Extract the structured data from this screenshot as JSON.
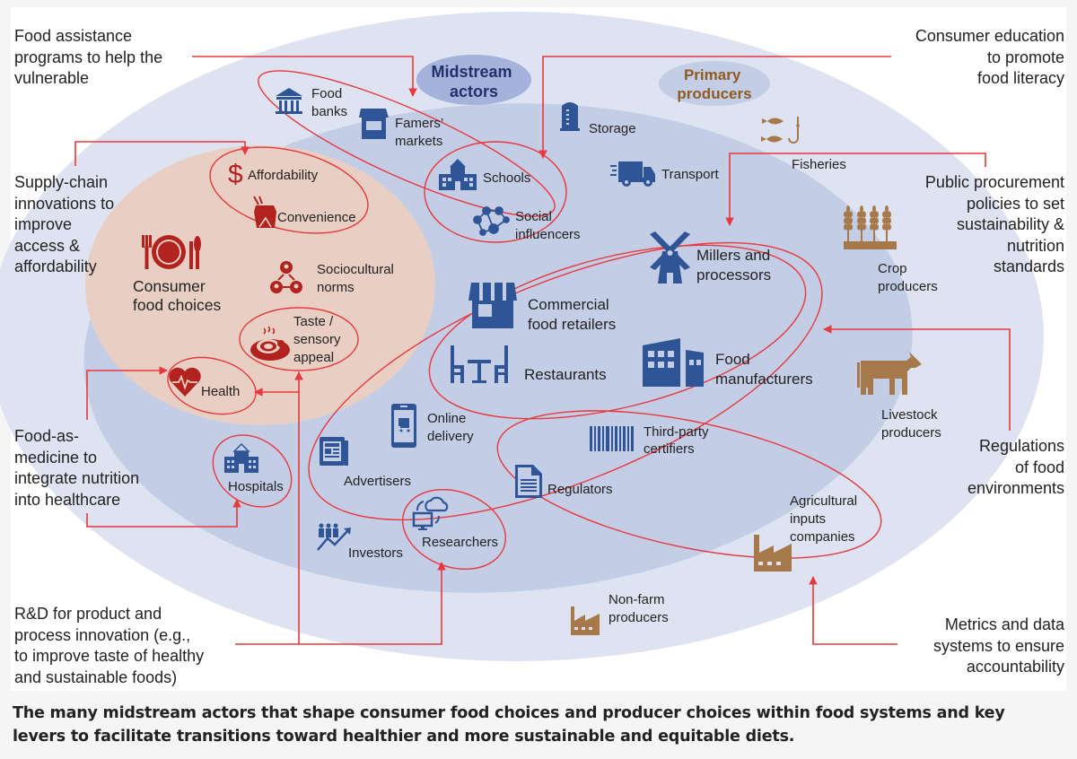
{
  "colors": {
    "page_bg": "#f5f5f5",
    "panel_bg": "#ffffff",
    "outer_ellipse": "#dde3f1",
    "midstream_ellipse": "#c3cde6",
    "consumer_ellipse": "#e9cfc3",
    "label_bubble_midstream": "#a4b2dc",
    "label_bubble_primary": "#c3cde6",
    "lever_line": "#e8383d",
    "midstream_icon": "#2f5597",
    "consumer_icon": "#b2231f",
    "producer_icon": "#a6784a",
    "midstream_title": "#1f3166",
    "primary_title": "#8e5a22"
  },
  "zones": {
    "midstream": "Midstream\nactors",
    "primary": "Primary\nproducers",
    "consumer": "Consumer\nfood choices"
  },
  "consumer_factors": [
    {
      "id": "affordability",
      "label": "Affordability",
      "icon": "dollar-icon"
    },
    {
      "id": "convenience",
      "label": "Convenience",
      "icon": "takeout-box-icon"
    },
    {
      "id": "sociocultural",
      "label": "Sociocultural\nnorms",
      "icon": "social-network-icon"
    },
    {
      "id": "taste",
      "label": "Taste /\nsensory\nappeal",
      "icon": "hot-food-plate-icon"
    },
    {
      "id": "health",
      "label": "Health",
      "icon": "heartbeat-icon"
    }
  ],
  "midstream_actors": [
    {
      "id": "food-banks",
      "label": "Food\nbanks",
      "icon": "bank-building-icon"
    },
    {
      "id": "farmers-markets",
      "label": "Famers’\nmarkets",
      "icon": "market-stall-icon"
    },
    {
      "id": "schools",
      "label": "Schools",
      "icon": "school-icon"
    },
    {
      "id": "social-influencers",
      "label": "Social\ninfluencers",
      "icon": "network-people-icon"
    },
    {
      "id": "storage",
      "label": "Storage",
      "icon": "silo-icon"
    },
    {
      "id": "transport",
      "label": "Transport",
      "icon": "truck-icon"
    },
    {
      "id": "millers",
      "label": "Millers and\nprocessors",
      "icon": "windmill-icon"
    },
    {
      "id": "retailers",
      "label": "Commercial\nfood retailers",
      "icon": "storefront-icon"
    },
    {
      "id": "restaurants",
      "label": "Restaurants",
      "icon": "table-chairs-icon"
    },
    {
      "id": "manufacturers",
      "label": "Food\nmanufacturers",
      "icon": "factory-building-icon"
    },
    {
      "id": "online-delivery",
      "label": "Online\ndelivery",
      "icon": "phone-cart-icon"
    },
    {
      "id": "advertisers",
      "label": "Advertisers",
      "icon": "newspaper-icon"
    },
    {
      "id": "certifiers",
      "label": "Third-party\ncertifiers",
      "icon": "barcode-icon"
    },
    {
      "id": "regulators",
      "label": "Regulators",
      "icon": "document-icon"
    },
    {
      "id": "hospitals",
      "label": "Hospitals",
      "icon": "hospital-icon"
    },
    {
      "id": "researchers",
      "label": "Researchers",
      "icon": "cloud-computer-icon"
    },
    {
      "id": "investors",
      "label": "Investors",
      "icon": "investors-growth-icon"
    }
  ],
  "primary_producers": [
    {
      "id": "fisheries",
      "label": "Fisheries",
      "icon": "fish-hook-icon"
    },
    {
      "id": "crop",
      "label": "Crop\nproducers",
      "icon": "wheat-icon"
    },
    {
      "id": "livestock",
      "label": "Livestock\nproducers",
      "icon": "cow-icon"
    },
    {
      "id": "ag-inputs",
      "label": "Agricultural\ninputs\ncompanies",
      "icon": "factory-icon"
    },
    {
      "id": "non-farm",
      "label": "Non-farm\nproducers",
      "icon": "factory-icon"
    }
  ],
  "levers": [
    {
      "id": "food-assistance",
      "text": "Food assistance\nprograms to help the\nvulnerable"
    },
    {
      "id": "supply-chain",
      "text": "Supply-chain\ninnovations to\nimprove\naccess &\naffordability"
    },
    {
      "id": "food-as-medicine",
      "text": "Food-as-\nmedicine to\nintegrate nutrition\ninto healthcare"
    },
    {
      "id": "rnd",
      "text": "R&D for product and\nprocess innovation (e.g.,\nto improve taste of healthy\nand sustainable foods)"
    },
    {
      "id": "consumer-education",
      "text": "Consumer education\nto promote\nfood literacy"
    },
    {
      "id": "public-procurement",
      "text": "Public procurement\npolicies to set\nsustainability &\nnutrition\nstandards"
    },
    {
      "id": "regulations",
      "text": "Regulations\nof food\nenvironments"
    },
    {
      "id": "metrics",
      "text": "Metrics and data\nsystems to ensure\naccountability"
    }
  ],
  "caption": "The many midstream actors that shape consumer food choices and producer choices within food systems and key levers to facilitate transitions toward healthier and more sustainable and equitable diets."
}
